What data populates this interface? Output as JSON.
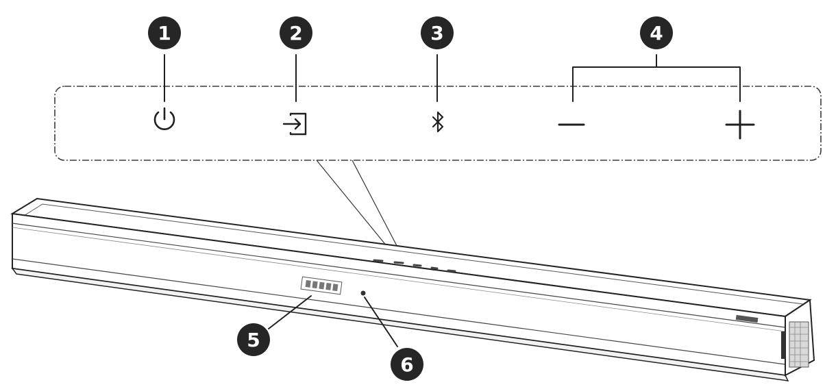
{
  "callouts": {
    "power": "1",
    "source": "2",
    "bluetooth": "3",
    "volume": "4",
    "display": "5",
    "remote_sensor": "6"
  },
  "icons": {
    "power": "power-icon",
    "source": "input-source-icon",
    "bluetooth": "bluetooth-icon",
    "volume_down": "minus-icon",
    "volume_up": "plus-icon"
  },
  "colors": {
    "ink": "#1f1f1f",
    "callout_fill": "#262626",
    "background": "#ffffff"
  }
}
